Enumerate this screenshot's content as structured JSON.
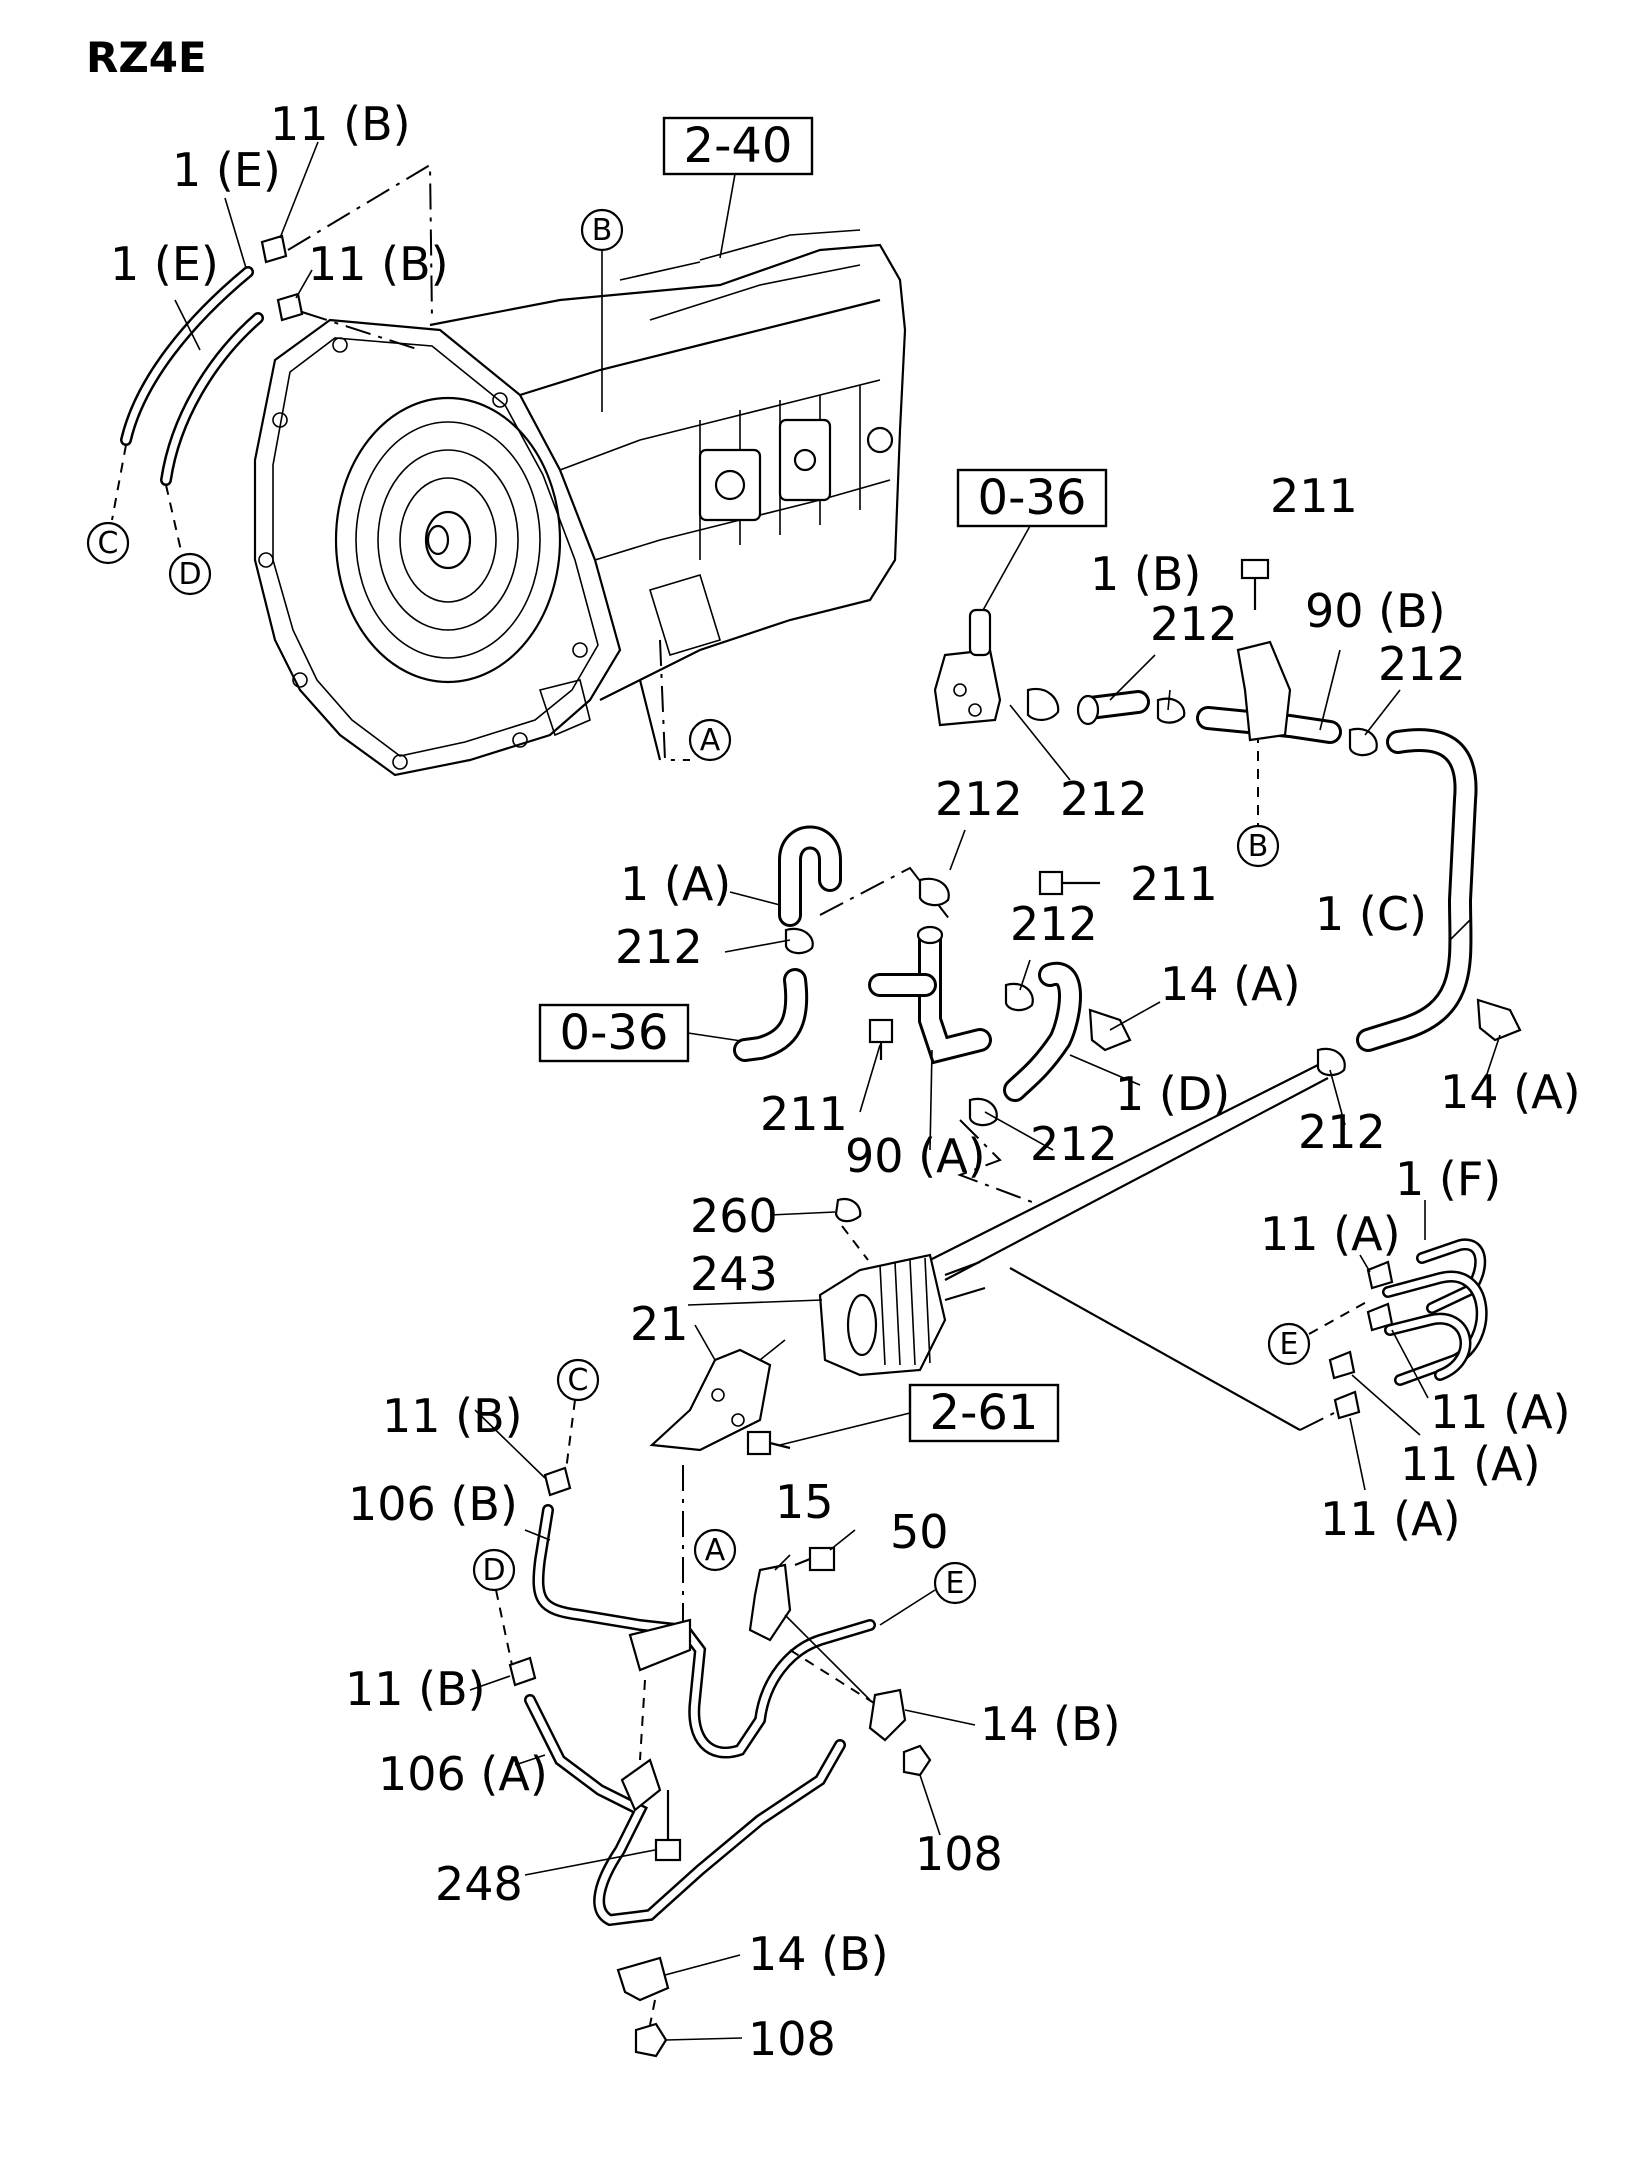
{
  "title": "RZ4E",
  "ref_boxes": {
    "ref_2_40": "2-40",
    "ref_0_36_top": "0-36",
    "ref_0_36_left": "0-36",
    "ref_2_61": "2-61"
  },
  "connectors": {
    "A": "A",
    "B": "B",
    "C": "C",
    "D": "D",
    "E": "E"
  },
  "labels": {
    "p11b_top1": "11 (B)",
    "p1e_top": "1 (E)",
    "p1e_left": "1 (E)",
    "p11b_top2": "11 (B)",
    "p211_top": "211",
    "p1b": "1 (B)",
    "p212_a": "212",
    "p90b": "90 (B)",
    "p212_b": "212",
    "p212_c": "212",
    "p212_d": "212",
    "p1a": "1 (A)",
    "p211_mid": "211",
    "p212_e": "212",
    "p212_f": "212",
    "p14a_mid": "14 (A)",
    "p1c": "1 (C)",
    "p211_low": "211",
    "p90a": "90 (A)",
    "p1d": "1 (D)",
    "p212_g": "212",
    "p212_h": "212",
    "p14a_right": "14 (A)",
    "p260": "260",
    "p243": "243",
    "p21": "21",
    "p1f": "1 (F)",
    "p11a_1": "11 (A)",
    "p11a_2": "11 (A)",
    "p11a_3": "11 (A)",
    "p11a_4": "11 (A)",
    "p11b_mid": "11 (B)",
    "p106b": "106 (B)",
    "p15": "15",
    "p50": "50",
    "p11b_low": "11 (B)",
    "p14b_mid": "14 (B)",
    "p106a": "106 (A)",
    "p108_mid": "108",
    "p248": "248",
    "p14b_low": "14 (B)",
    "p108_low": "108"
  }
}
